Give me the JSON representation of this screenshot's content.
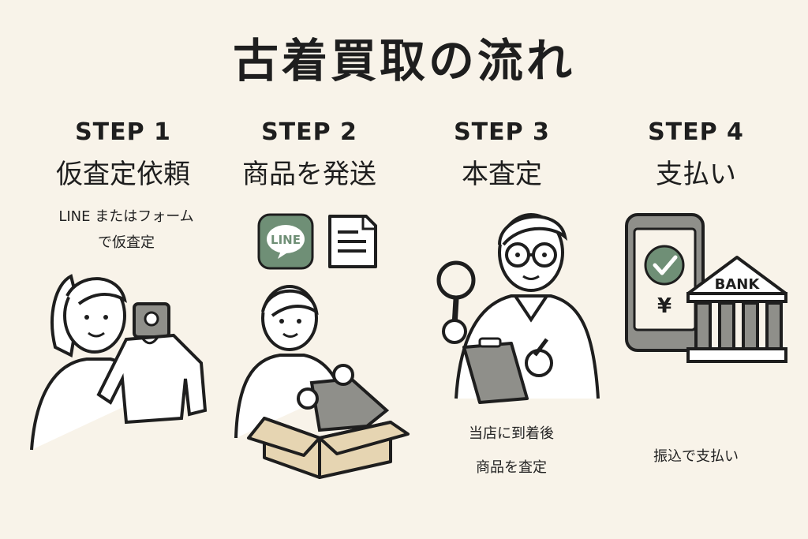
{
  "title": "古着買取の流れ",
  "steps": [
    {
      "number": "STEP 1",
      "name": "仮査定依頼",
      "caption_lines": [
        "LINE またはフォーム",
        "で仮査定"
      ]
    },
    {
      "number": "STEP 2",
      "name": "商品を発送",
      "icon_label": "LINE"
    },
    {
      "number": "STEP 3",
      "name": "本査定",
      "caption_lines": [
        "当店に到着後",
        "商品を査定"
      ]
    },
    {
      "number": "STEP 4",
      "name": "支払い",
      "bank_label": "BANK",
      "currency_symbol": "¥",
      "caption_lines": [
        "振込で支払い"
      ]
    }
  ],
  "colors": {
    "background": "#f8f3e9",
    "accent_green": "#6f8f76",
    "box_tan": "#e6d5b2",
    "gray_fill": "#9e9e98",
    "ink": "#1e1e1e"
  }
}
